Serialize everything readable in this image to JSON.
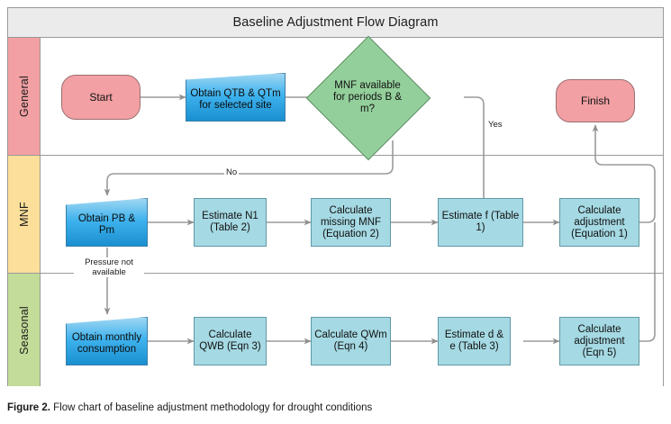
{
  "figure": {
    "diagram_title": "Baseline Adjustment Flow Diagram",
    "caption_label": "Figure 2.",
    "caption_text": "Flow chart of baseline adjustment methodology for drought conditions"
  },
  "colors": {
    "lane_general": "#f2a0a3",
    "lane_mnf": "#fbdf9a",
    "lane_seasonal": "#c3dc99",
    "terminator": "#f2a0a3",
    "process": "#a5d9e3",
    "decision": "#93cf9a",
    "data_shape": "#3fb3ee",
    "connector": "#9b9b9b",
    "title_band": "#ebebeb",
    "frame_border": "#9a9a9a"
  },
  "lanes": [
    {
      "id": "general",
      "label": "General"
    },
    {
      "id": "mnf",
      "label": "MNF"
    },
    {
      "id": "seasonal",
      "label": "Seasonal"
    }
  ],
  "nodes": {
    "start": {
      "label": "Start",
      "shape": "terminator",
      "lane": "general"
    },
    "obtain_qtb": {
      "label": "Obtain QTB & QTm for selected site",
      "shape": "data",
      "lane": "general"
    },
    "mnf_decision": {
      "label": "MNF available for periods B & m?",
      "shape": "decision",
      "lane": "general"
    },
    "finish": {
      "label": "Finish",
      "shape": "terminator",
      "lane": "general"
    },
    "obtain_pb_pm": {
      "label": "Obtain PB & Pm",
      "shape": "data",
      "lane": "mnf"
    },
    "estimate_n1": {
      "label": "Estimate N1 (Table 2)",
      "shape": "process",
      "lane": "mnf"
    },
    "calc_missing_mnf": {
      "label": "Calculate missing MNF (Equation 2)",
      "shape": "process",
      "lane": "mnf"
    },
    "estimate_f": {
      "label": "Estimate f (Table 1)",
      "shape": "process",
      "lane": "mnf"
    },
    "calc_adj_eq1": {
      "label": "Calculate adjustment (Equation 1)",
      "shape": "process",
      "lane": "mnf"
    },
    "obtain_monthly": {
      "label": "Obtain monthly consumption",
      "shape": "data",
      "lane": "seasonal"
    },
    "calc_qwb": {
      "label": "Calculate QWB (Eqn 3)",
      "shape": "process",
      "lane": "seasonal"
    },
    "calc_qwm": {
      "label": "Calculate QWm (Eqn 4)",
      "shape": "process",
      "lane": "seasonal"
    },
    "estimate_de": {
      "label": "Estimate d & e (Table 3)",
      "shape": "process",
      "lane": "seasonal"
    },
    "calc_adj_eqn5": {
      "label": "Calculate adjustment (Eqn 5)",
      "shape": "process",
      "lane": "seasonal"
    }
  },
  "edge_labels": {
    "yes": "Yes",
    "no": "No",
    "pressure_not_available": "Pressure not available"
  }
}
